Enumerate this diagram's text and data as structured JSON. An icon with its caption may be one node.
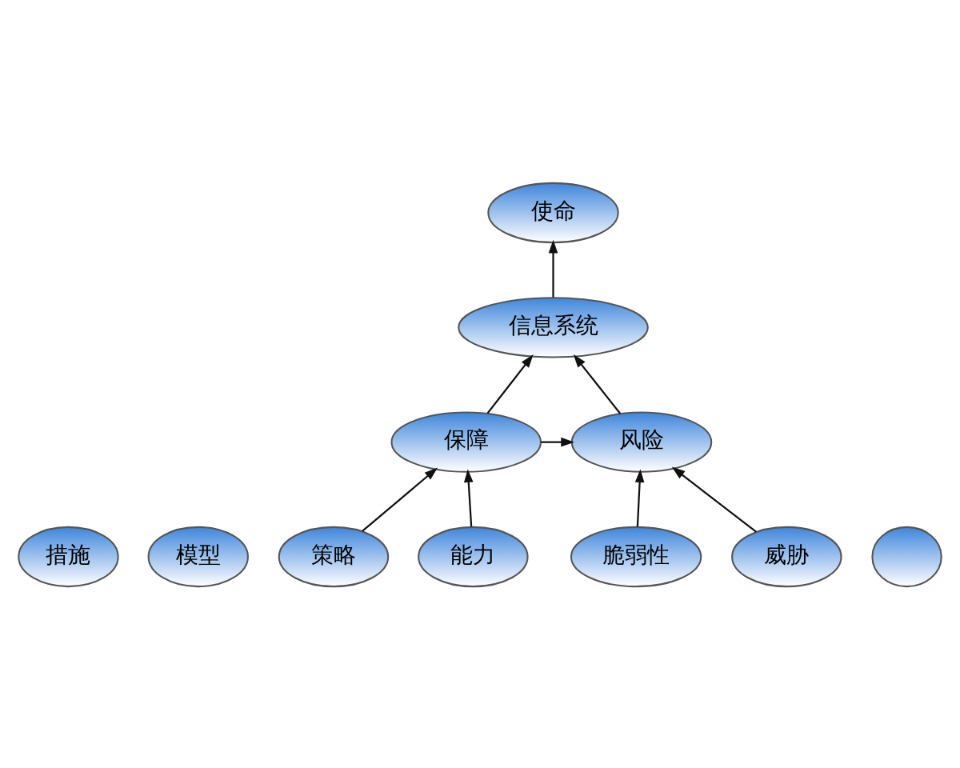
{
  "diagram": {
    "nodes": [
      {
        "text": [
          "使命"
        ]
      },
      {
        "text": [
          "信息系统"
        ]
      },
      {
        "text": [
          "保障"
        ]
      },
      {
        "text": [
          "风险"
        ]
      },
      {
        "text": [
          "策略"
        ]
      },
      {
        "text": [
          "能力"
        ]
      },
      {
        "text": [
          "脆弱性"
        ]
      },
      {
        "text": [
          "威胁"
        ]
      },
      {
        "text": [
          "模型"
        ]
      },
      {
        "text": [
          "措施"
        ]
      },
      {
        "text": [],
        "shape": "ellipse"
      }
    ],
    "edges": [
      {
        "from": 1,
        "to": 0,
        "arrow": "to"
      },
      {
        "from": 2,
        "to": 1,
        "arrow": "to"
      },
      {
        "from": 3,
        "to": 1,
        "arrow": "to"
      },
      {
        "from": 2,
        "to": 3,
        "arrow": "to"
      },
      {
        "from": 4,
        "to": 2,
        "arrow": "to"
      },
      {
        "from": 5,
        "to": 2,
        "arrow": "to"
      },
      {
        "from": 6,
        "to": 3,
        "arrow": "to"
      },
      {
        "from": 7,
        "to": 3,
        "arrow": "to"
      }
    ]
  }
}
